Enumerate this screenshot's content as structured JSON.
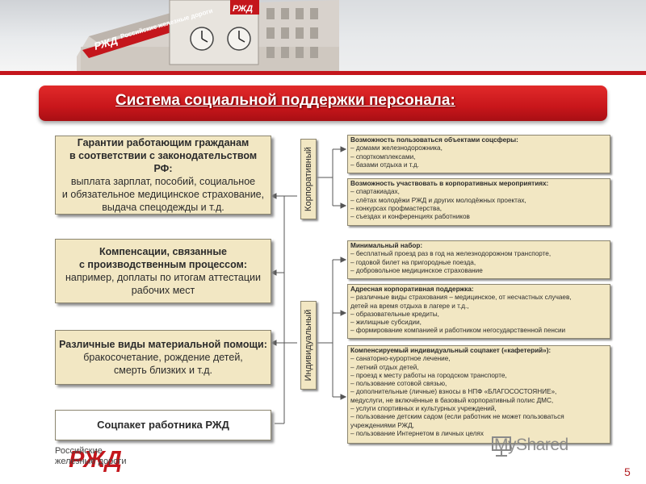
{
  "header": {
    "building_logo": "РЖД",
    "building_sign": "Российские железные дороги"
  },
  "title": "Система социальной поддержки персонала:",
  "left_boxes": [
    {
      "lines": [
        {
          "text": "Гарантии работающим гражданам",
          "bold": true
        },
        {
          "text": "в соответствии с законодательством РФ:",
          "bold": true
        },
        {
          "text": "выплата зарплат, пособий, социальное",
          "bold": false
        },
        {
          "text": "и обязательное медицинское страхование,",
          "bold": false
        },
        {
          "text": "выдача спецодежды и т.д.",
          "bold": false
        }
      ]
    },
    {
      "lines": [
        {
          "text": "Компенсации, связанные",
          "bold": true
        },
        {
          "text": "с производственным процессом:",
          "bold": true
        },
        {
          "text": "например, доплаты по итогам аттестации",
          "bold": false
        },
        {
          "text": "рабочих мест",
          "bold": false
        }
      ]
    },
    {
      "lines": [
        {
          "text": "Различные виды материальной помощи:",
          "bold": true
        },
        {
          "text": "бракосочетание, рождение детей,",
          "bold": false
        },
        {
          "text": "смерть близких и т.д.",
          "bold": false
        }
      ]
    },
    {
      "lines": [
        {
          "text": "Соцпакет работника РЖД",
          "bold": true
        }
      ]
    }
  ],
  "vertical_labels": [
    "Корпоративный",
    "Индивидуальный"
  ],
  "right_boxes": [
    {
      "heading": "Возможность пользоваться объектами соцсферы:",
      "items": [
        "– домами железнодорожника,",
        "– спорткомплексами,",
        "– базами отдыха и т.д."
      ]
    },
    {
      "heading": "Возможность участвовать в корпоративных мероприятиях:",
      "items": [
        "– спартакиадах,",
        "– слётах молодёжи РЖД и других молодёжных проектах,",
        "– конкурсах профмастерства,",
        "– съездах и конференциях работников"
      ]
    },
    {
      "heading": "Минимальный набор:",
      "items": [
        "– бесплатный проезд раз в год на железнодорожном транспорте,",
        "– годовой билет на пригородные поезда,",
        "– добровольное медицинское страхование"
      ]
    },
    {
      "heading": "Адресная корпоративная поддержка:",
      "items": [
        "– различные виды страхования – медицинское, от несчастных случаев,",
        "детей на время отдыха в лагере и т.д.,",
        "– образовательные кредиты,",
        "– жилищные субсидии,",
        "– формирование компанией и работником негосударственной пенсии"
      ]
    },
    {
      "heading": "Компенсируемый индивидуальный соцпакет («кафетерий»):",
      "items": [
        "– санаторно-курортное лечение,",
        "– летний отдых детей,",
        "– проезд к месту работы на городском транспорте,",
        "– пользование сотовой связью,",
        "– дополнительные (личные) взносы в НПФ «БЛАГОСОСТОЯНИЕ»,",
        "медуслуги, не включённые в базовый корпоративный полис ДМС,",
        "– услуги спортивных и культурных учреждений,",
        "– пользование детским садом (если работник не может пользоваться",
        "учреждениями РЖД,",
        "– пользование Интернетом в личных целях"
      ]
    }
  ],
  "footer": {
    "logo": "РЖД",
    "company_line1": "Российские",
    "company_line2": "железные дороги",
    "watermark": "MyShared",
    "page_number": "5"
  },
  "colors": {
    "brand_red": "#c4161c",
    "box_fill": "#f2e7c3",
    "box_border": "#8c8670",
    "text": "#2b2b2b"
  }
}
